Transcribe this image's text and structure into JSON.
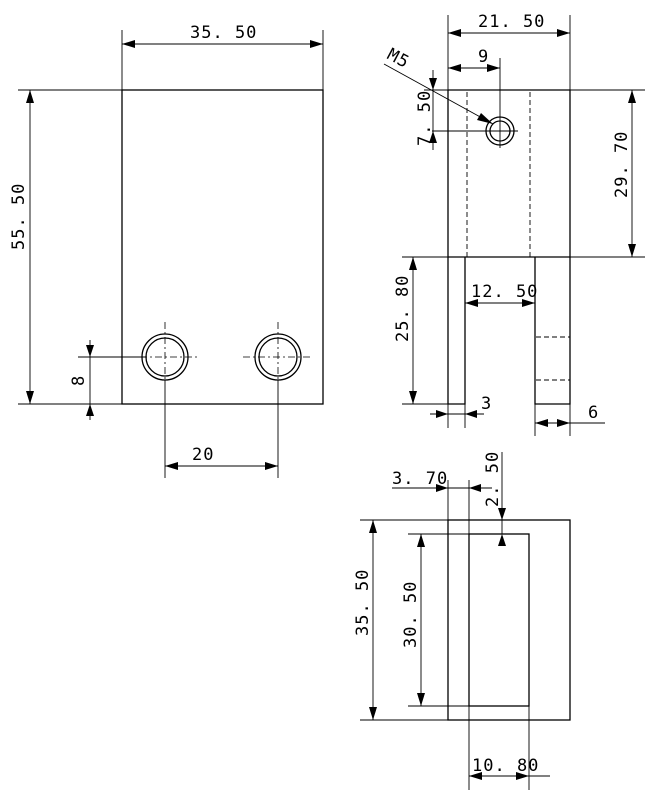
{
  "drawing": {
    "front_view": {
      "width_label": "35. 50",
      "height_label": "55. 50",
      "hole_height_label": "8",
      "hole_spacing_label": "20"
    },
    "side_view": {
      "width_label": "21. 50",
      "hole_offset_label": "9",
      "thread_label": "M5",
      "hole_height_label": "7. 50",
      "upper_height_label": "29. 70",
      "slot_depth_label": "25. 80",
      "slot_width_label": "12. 50",
      "left_leg_label": "3",
      "right_leg_label": "6"
    },
    "top_view": {
      "offset_x_label": "3. 70",
      "offset_y_label": "2. 50",
      "height_label": "35. 50",
      "inner_height_label": "30. 50",
      "inner_width_label": "10. 80"
    }
  }
}
